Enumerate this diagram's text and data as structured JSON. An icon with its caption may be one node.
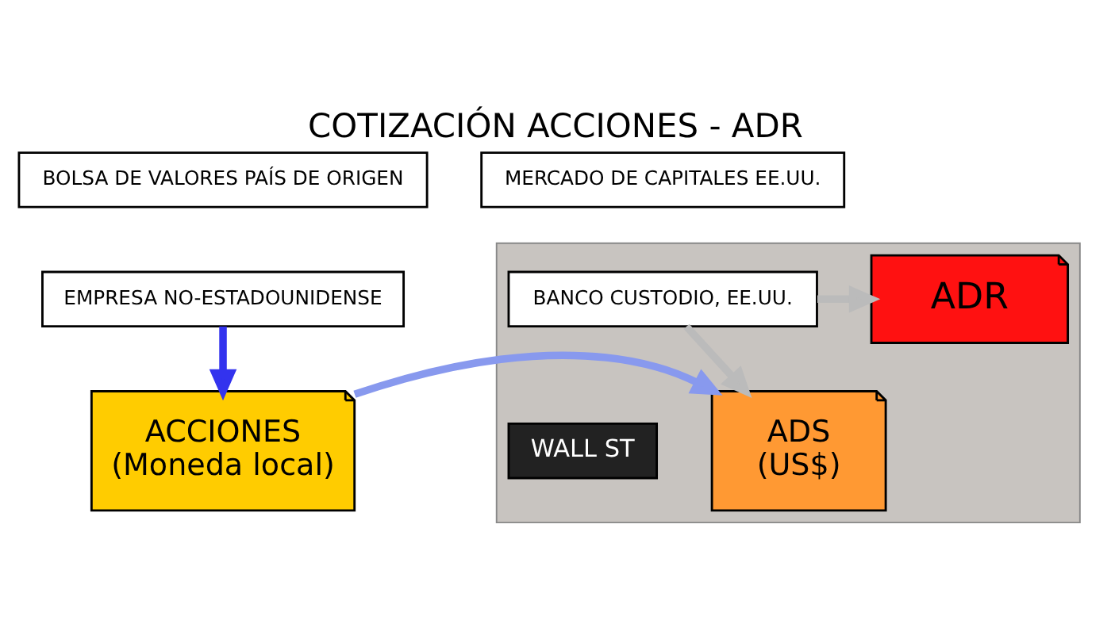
{
  "diagram": {
    "title": "COTIZACIÓN ACCIONES - ADR",
    "nodes": [
      {
        "text": [
          "BOLSA DE VALORES PAÍS DE ORIGEN"
        ]
      },
      {
        "text": [
          "EMPRESA NO-ESTADOUNIDENSE"
        ]
      },
      {
        "text": [
          "ACCIONES",
          "(Moneda local)"
        ]
      },
      {
        "text": [
          "MERCADO DE CAPITALES EE.UU."
        ]
      },
      {
        "text": [],
        "shape": "picture"
      },
      {
        "text": [
          "BANCO CUSTODIO, EE.UU."
        ],
        "in": 4
      },
      {
        "text": [
          "ADR"
        ],
        "in": 4
      },
      {
        "text": [
          "ADS",
          "(US$)"
        ],
        "in": 4
      }
    ],
    "edges": [
      {
        "from": 1,
        "to": 2,
        "arrow": "to",
        "color": "#3333ee"
      },
      {
        "from": 2,
        "to": 7,
        "arrow": "to",
        "color": "#8899ee"
      },
      {
        "from": 5,
        "to": 6,
        "arrow": "to"
      },
      {
        "from": 5,
        "to": 7,
        "arrow": "to"
      }
    ],
    "labels": [
      "WALL ST"
    ]
  }
}
